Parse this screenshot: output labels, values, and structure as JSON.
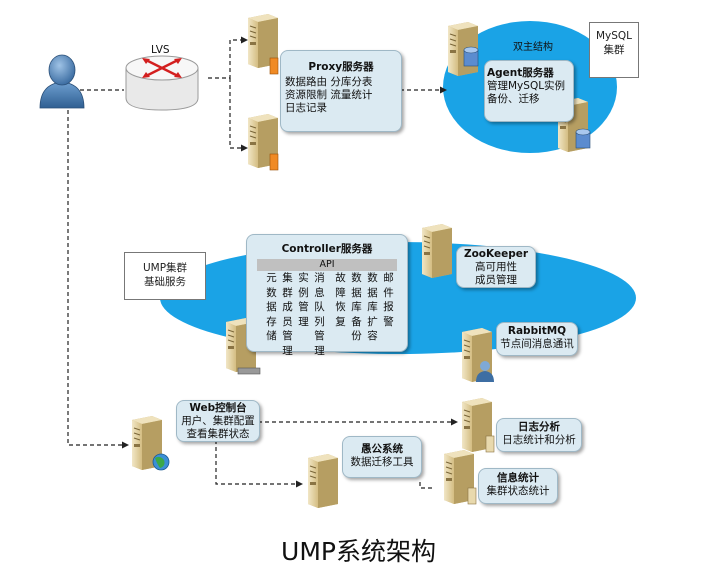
{
  "lvs_label": "LVS",
  "proxy": {
    "title": "Proxy服务器",
    "line1": "数据路由 分库分表",
    "line2": "资源限制 流量统计",
    "line3": "日志记录"
  },
  "mysql_cluster": {
    "label_line1": "MySQL",
    "label_line2": "集群",
    "ellipse_label": "双主结构"
  },
  "agent": {
    "title": "Agent服务器",
    "line1": "管理MySQL实例",
    "line2": "备份、迁移"
  },
  "ump_base": {
    "line1": "UMP集群",
    "line2": "基础服务"
  },
  "controller": {
    "title": "Controller服务器",
    "api": "API",
    "columns": [
      "元数据存储",
      "集群成员管理",
      "实例管理",
      "消息队列管理",
      "故障恢复",
      "数据库备份",
      "数据库扩容",
      "邮件报警"
    ]
  },
  "zookeeper": {
    "title": "ZooKeeper",
    "line1": "高可用性",
    "line2": "成员管理"
  },
  "rabbitmq": {
    "title": "RabbitMQ",
    "line1": "节点间消息通讯"
  },
  "web": {
    "title": "Web控制台",
    "line1": "用户、集群配置",
    "line2": "查看集群状态"
  },
  "yugong": {
    "title": "愚公系统",
    "line1": "数据迁移工具"
  },
  "log": {
    "title": "日志分析",
    "line1": "日志统计和分析"
  },
  "stats": {
    "title": "信息统计",
    "line1": "集群状态统计"
  },
  "caption": "UMP系统架构",
  "colors": {
    "ellipse": "#1aa3e6",
    "box_fill": "#dbeaf2",
    "server": "#e3d3a6",
    "server_dark": "#b9a26a"
  }
}
